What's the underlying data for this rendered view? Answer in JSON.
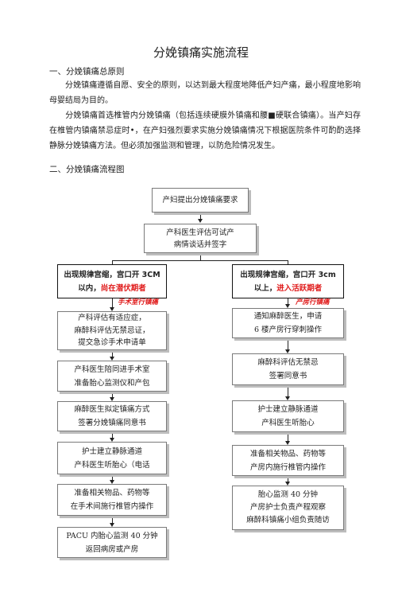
{
  "doc": {
    "title": "分娩镇痛实施流程",
    "section1_heading": "一、分娩镇痛总原则",
    "para1": "分娩镇痛遵循自愿、安全的原则，以达到最大程度地降低产妇产痛，最小程度地影响母婴结局为目的。",
    "para2": "分娩镇痛首选椎管内分娩镇痛（包括连续硬膜外镇痛和腰■硬联合镇痛）。当产妇存在椎管内镇痛禁忌症时•，在产妇强烈要求实施分娩镇痛情况下根据医院条件可酌酌选择静脉分娩镇痛方法。但必须加强监测和管理，以防危险情况发生。",
    "section2_heading": "二、分娩镇痛流程图"
  },
  "flow": {
    "start": "产妇提出分娩镇痛要求",
    "assess": [
      "产科医生评估可试产",
      "病情谈话并签字"
    ],
    "left_branch": {
      "cond_line1": "出现规律宫缩，宫口开 3CM",
      "cond_line2_a": "以内，",
      "cond_line2_b": "尚在潜伏期者",
      "label": "手术室行镇痛",
      "steps": [
        [
          "产科评估有适应症，",
          "麻醉科评估无禁忌证，",
          "提交急诊手术申请单"
        ],
        [
          "产科医生陪同进手术室",
          "准备胎心监测仪和产包"
        ],
        [
          "麻醉医生拟定镇痛方式",
          "签署分娩镇痛同意书"
        ],
        [
          "护士建立静脉通道",
          "产科医生听胎心（电话"
        ],
        [
          "准备相关物品、药物等",
          "在手术间施行椎管内操作"
        ],
        [
          "PACU 内胎心监测 40 分钟",
          "返回病房或产房"
        ]
      ]
    },
    "right_branch": {
      "cond_line1": "出现规律宫缩，宫口开 3cm",
      "cond_line2_a": "以上，",
      "cond_line2_b": "进入活跃期者",
      "label": "产房行镇痛",
      "steps": [
        [
          "通知麻醉医生，申请",
          "6 楼产房行穿刺操作"
        ],
        [
          "麻醉科评估无禁忌",
          "签署同意书"
        ],
        [
          "护士建立静脉通道",
          "产科医生听胎心"
        ],
        [
          "准备相关物品、药物等",
          "产房内施行椎管内操作"
        ],
        [
          "胎心监测 40 分钟",
          "产房护士负责产程观察",
          "麻醉科镇痛小组负责随访"
        ]
      ]
    }
  }
}
